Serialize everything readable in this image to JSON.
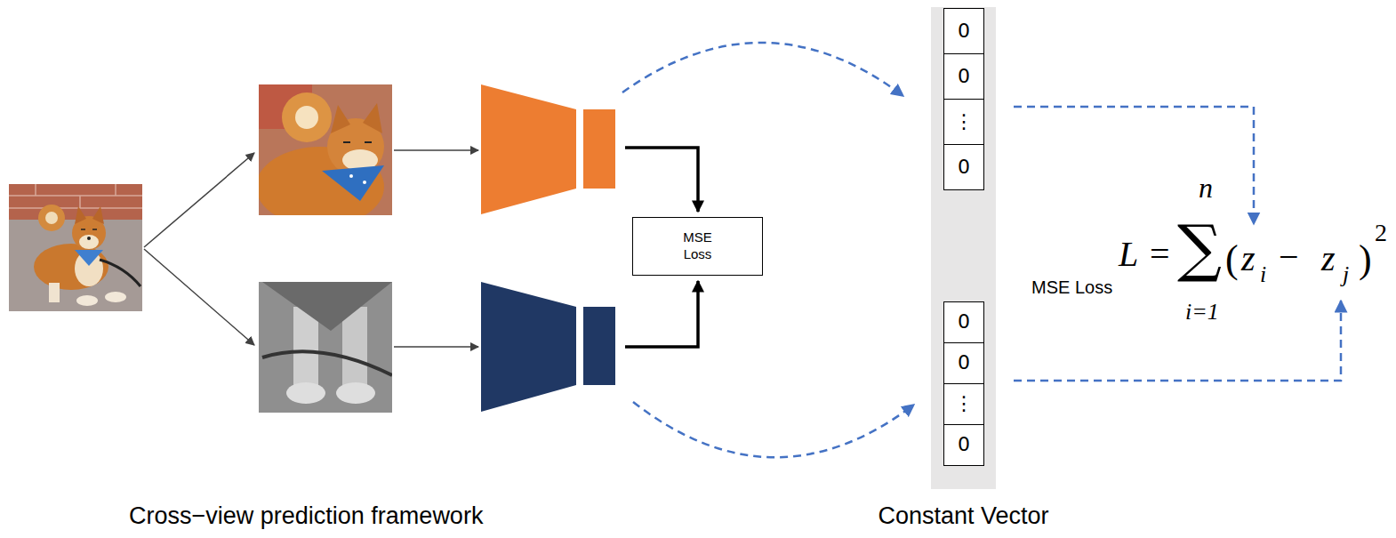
{
  "diagram": {
    "nodes": [
      {
        "text": [
          "MSE Loss"
        ]
      },
      {
        "text": [
          "Constant Vector"
        ]
      },
      {
        "text": [
          "0"
        ],
        "in": 1
      },
      {
        "text": [
          "0"
        ],
        "in": 1
      },
      {
        "text": [
          "⋮"
        ],
        "in": 1
      },
      {
        "text": [
          "0"
        ],
        "in": 1
      },
      {
        "text": [
          "0"
        ],
        "in": 1
      },
      {
        "text": [
          "0"
        ],
        "in": 1
      },
      {
        "text": [
          "⋮"
        ],
        "in": 1
      },
      {
        "text": [
          "0"
        ],
        "in": 1
      }
    ],
    "labels": [
      "Cross−view prediction framework",
      "L",
      "=",
      "MSE Loss",
      "∑",
      "n",
      "i=1",
      "(",
      "z",
      "i",
      "−",
      "z",
      "j",
      ")",
      "2"
    ]
  }
}
